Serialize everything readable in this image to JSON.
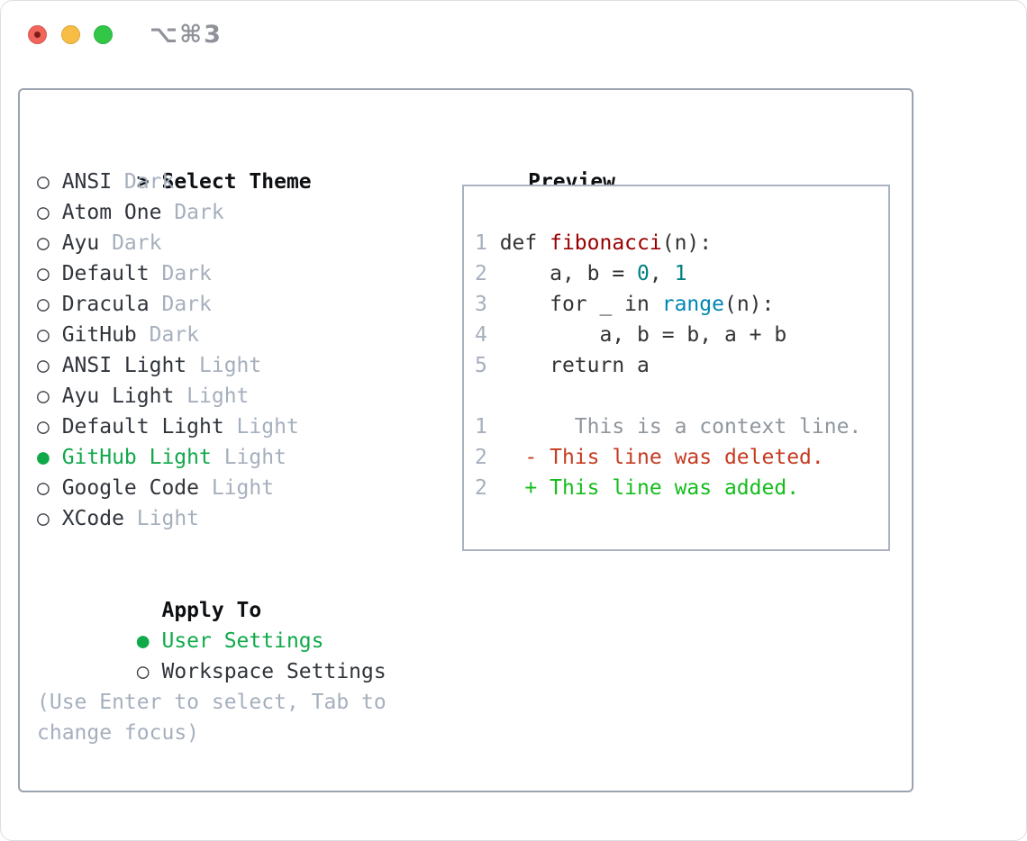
{
  "window": {
    "title": "⌥⌘3",
    "traffic_lights": [
      {
        "name": "close",
        "color": "#f2655c"
      },
      {
        "name": "minimize",
        "color": "#f8bd45"
      },
      {
        "name": "zoom",
        "color": "#33c748"
      }
    ]
  },
  "theme_panel": {
    "prompt": ">",
    "title": "Select Theme",
    "marker_selected": "●",
    "marker_unselected": "○",
    "themes": [
      {
        "name": "ANSI",
        "variant": "Dark",
        "selected": false
      },
      {
        "name": "Atom One",
        "variant": "Dark",
        "selected": false
      },
      {
        "name": "Ayu",
        "variant": "Dark",
        "selected": false
      },
      {
        "name": "Default",
        "variant": "Dark",
        "selected": false
      },
      {
        "name": "Dracula",
        "variant": "Dark",
        "selected": false
      },
      {
        "name": "GitHub",
        "variant": "Dark",
        "selected": false
      },
      {
        "name": "ANSI Light",
        "variant": "Light",
        "selected": false
      },
      {
        "name": "Ayu Light",
        "variant": "Light",
        "selected": false
      },
      {
        "name": "Default Light",
        "variant": "Light",
        "selected": false
      },
      {
        "name": "GitHub Light",
        "variant": "Light",
        "selected": true
      },
      {
        "name": "Google Code",
        "variant": "Light",
        "selected": false
      },
      {
        "name": "XCode",
        "variant": "Light",
        "selected": false
      }
    ],
    "apply_to": {
      "title": "Apply To",
      "options": [
        {
          "label": "User Settings",
          "selected": true
        },
        {
          "label": "Workspace Settings",
          "selected": false
        }
      ]
    },
    "help_lines": [
      "(Use Enter to select, Tab to",
      "change focus)"
    ]
  },
  "preview": {
    "title": "Preview",
    "code_lines": [
      {
        "tokens": [
          [
            "ln",
            "1 "
          ],
          [
            "kw",
            "def "
          ],
          [
            "fn",
            "fibonacci"
          ],
          [
            "pl",
            "(n):"
          ]
        ]
      },
      {
        "tokens": [
          [
            "ln",
            "2 "
          ],
          [
            "pl",
            "    a, b = "
          ],
          [
            "num",
            "0"
          ],
          [
            "pl",
            ", "
          ],
          [
            "num",
            "1"
          ]
        ]
      },
      {
        "tokens": [
          [
            "ln",
            "3 "
          ],
          [
            "pl",
            "    for _ in "
          ],
          [
            "bi",
            "range"
          ],
          [
            "pl",
            "(n):"
          ]
        ]
      },
      {
        "tokens": [
          [
            "ln",
            "4 "
          ],
          [
            "pl",
            "        a, b = b, a + b"
          ]
        ]
      },
      {
        "tokens": [
          [
            "ln",
            "5 "
          ],
          [
            "pl",
            "    return a"
          ]
        ]
      },
      {
        "tokens": []
      },
      {
        "tokens": [
          [
            "ln",
            "1 "
          ],
          [
            "ctx",
            "      This is a context line."
          ]
        ]
      },
      {
        "tokens": [
          [
            "ln",
            "2 "
          ],
          [
            "del",
            "  - This line was deleted."
          ]
        ]
      },
      {
        "tokens": [
          [
            "ln",
            "2 "
          ],
          [
            "add",
            "  + This line was added."
          ]
        ]
      }
    ]
  },
  "colors": {
    "accent_green": "#10a94a",
    "muted_gray": "#a6afbd",
    "text_dark": "#30353c",
    "heading_black": "#0d0f12",
    "code_default": "#333333",
    "code_function_red": "#990000",
    "code_number_teal": "#008080",
    "code_builtin_blue": "#0086b3",
    "diff_context_gray": "#8f969d",
    "diff_deleted_red": "#c53b20",
    "diff_added_green": "#15bd1d",
    "panel_border": "#9aa3b0",
    "preview_border": "#a9b2be"
  }
}
